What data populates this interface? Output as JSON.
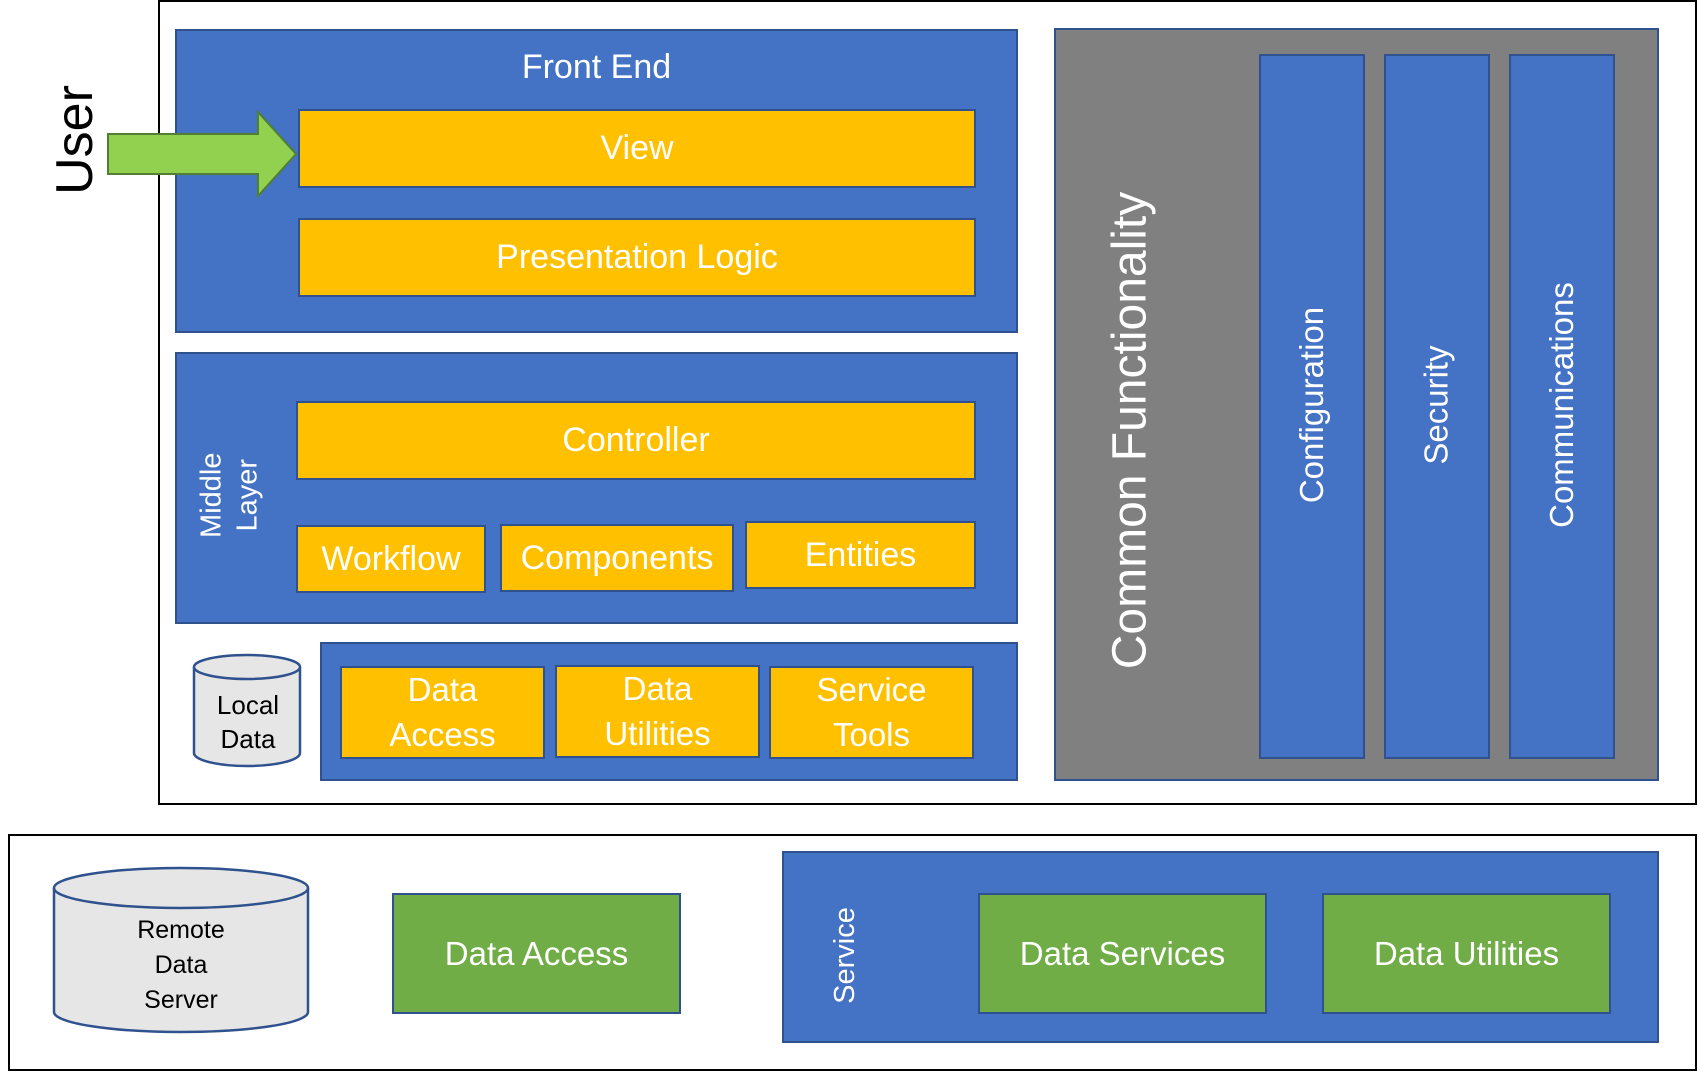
{
  "user_label": "User",
  "front_end": {
    "title": "Front End",
    "view": "View",
    "presentation_logic": "Presentation Logic"
  },
  "middle_layer": {
    "label_line1": "Middle",
    "label_line2": "Layer",
    "controller": "Controller",
    "workflow": "Workflow",
    "components": "Components",
    "entities": "Entities"
  },
  "data_layer": {
    "local_data_line1": "Local",
    "local_data_line2": "Data",
    "data_access_line1": "Data",
    "data_access_line2": "Access",
    "data_utilities_line1": "Data",
    "data_utilities_line2": "Utilities",
    "service_tools_line1": "Service",
    "service_tools_line2": "Tools"
  },
  "common": {
    "title": "Common Functionality",
    "configuration": "Configuration",
    "security": "Security",
    "communications": "Communications"
  },
  "server": {
    "remote_line1": "Remote",
    "remote_line2": "Data",
    "remote_line3": "Server",
    "data_access": "Data Access",
    "service_label": "Service",
    "data_services": "Data Services",
    "data_utilities": "Data Utilities"
  },
  "colors": {
    "blue": "#4472c4",
    "yellow": "#ffc000",
    "green": "#70ad47",
    "grey": "#808080",
    "arrow": "#92d050"
  }
}
